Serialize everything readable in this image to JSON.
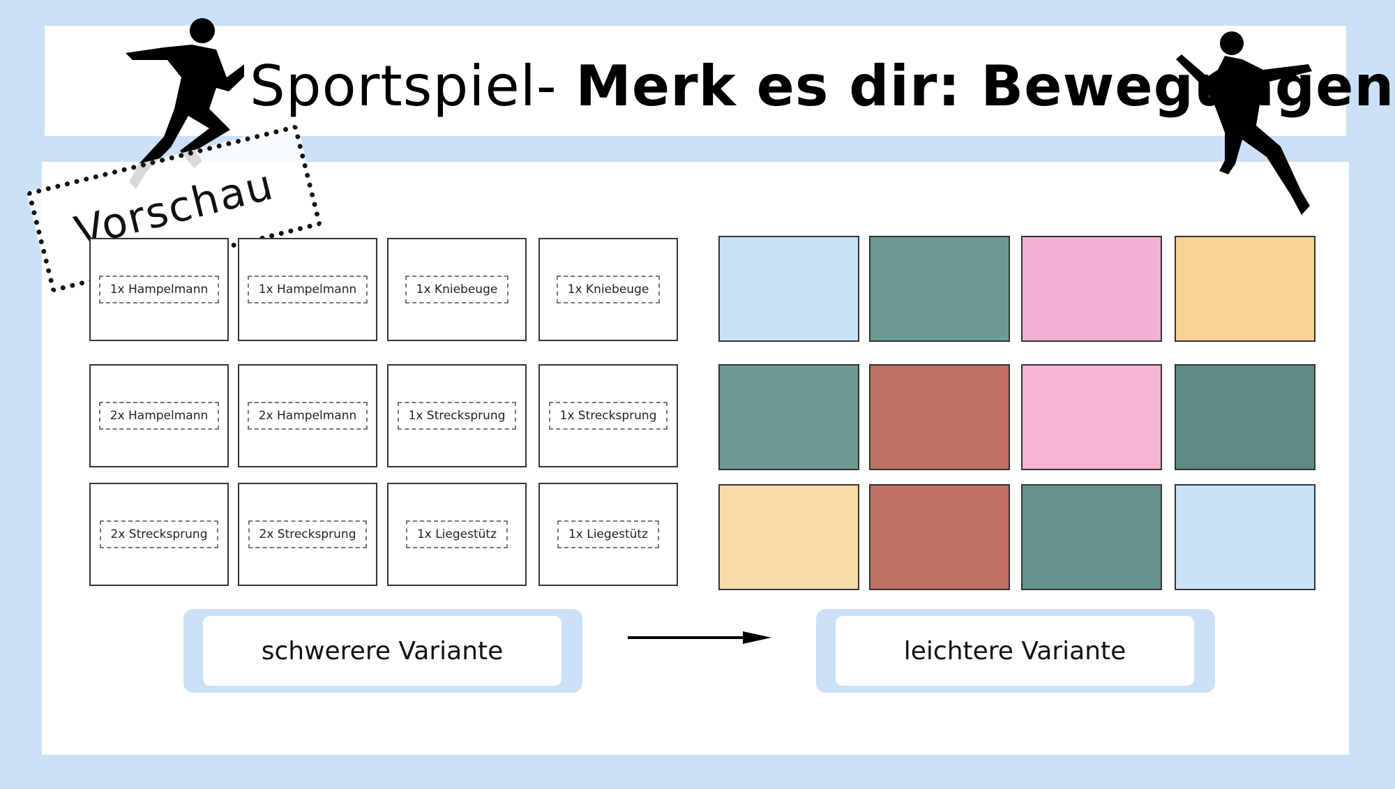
{
  "title": {
    "part1": "Sportspiel- ",
    "part2": "Merk es dir: Bewegungen"
  },
  "stamp": "Vorschau",
  "cards": [
    [
      "1x Hampelmann",
      "1x Hampelmann",
      "1x Kniebeuge",
      "1x Kniebeuge"
    ],
    [
      "2x Hampelmann",
      "2x Hampelmann",
      "1x Strecksprung",
      "1x Strecksprung"
    ],
    [
      "2x Strecksprung",
      "2x Strecksprung",
      "1x Liegestütz",
      "1x Liegestütz"
    ]
  ],
  "tile_colors": [
    [
      "#c8e2f8",
      "#6e9a94",
      "#f4b0d4",
      "#f6d494"
    ],
    [
      "#6e9a94",
      "#c07064",
      "#f4b4d6",
      "#5e8c84"
    ],
    [
      "#f8dca8",
      "#c07064",
      "#66948c",
      "#c8e2f8"
    ]
  ],
  "variants": {
    "left": "schwerere Variante",
    "right": "leichtere Variante"
  },
  "icons": {
    "runner_left": "runner-icon",
    "runner_right": "runner-icon",
    "arrow": "arrow-right-icon"
  }
}
